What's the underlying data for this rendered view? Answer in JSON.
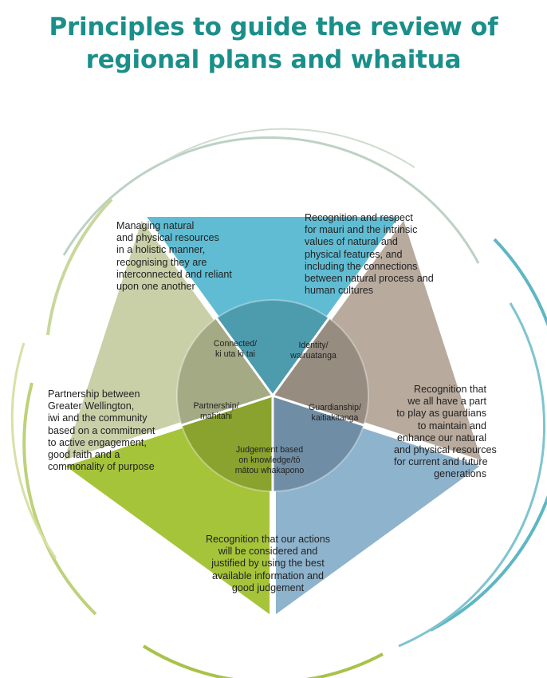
{
  "title": {
    "line1": "Principles to guide the review of",
    "line2": "regional plans and whaitua",
    "color": "#1a8f8a"
  },
  "segments": [
    {
      "id": "connected",
      "color": "#5fbcd3",
      "inner_color": "#4d9cae",
      "label": [
        "Connected/",
        "ki uta ki tai"
      ],
      "description": [
        "Managing natural",
        "and physical resources",
        "in a holistic manner,",
        "recognising they are",
        "interconnected and reliant",
        "upon one another"
      ]
    },
    {
      "id": "identity",
      "color": "#b8aa9d",
      "inner_color": "#978c80",
      "label": [
        "Identity/",
        "wairuatanga"
      ],
      "description": [
        "Recognition and respect",
        "for mauri and the intrinsic",
        "values of natural and",
        "physical features, and",
        "including the connections",
        "between natural process and",
        "human cultures"
      ]
    },
    {
      "id": "guardianship",
      "color": "#8eb3cd",
      "inner_color": "#6f8ea6",
      "label": [
        "Guardianship/",
        "kaitiakitanga"
      ],
      "description": [
        "Recognition that",
        "we all have a part",
        "to play as guardians",
        "to maintain and",
        "enhance our natural",
        "and physical resources",
        "for current and future",
        "generations"
      ]
    },
    {
      "id": "judgement",
      "color": "#a6c43a",
      "inner_color": "#8aa22e",
      "label": [
        "Judgement based",
        "on knowledge/tō",
        "mātou whakapono"
      ],
      "description": [
        "Recognition that our actions",
        "will be considered and",
        "justified by using the best",
        "available information and",
        "good judgement"
      ]
    },
    {
      "id": "partnership",
      "color": "#c9d0a8",
      "inner_color": "#a3aa84",
      "label": [
        "Partnership/",
        "mahitahi"
      ],
      "description": [
        "Partnership between",
        "Greater Wellington,",
        "iwi and the community",
        "based on a commitment",
        "to active engagement,",
        "good faith and a",
        "commonality of purpose"
      ]
    }
  ]
}
